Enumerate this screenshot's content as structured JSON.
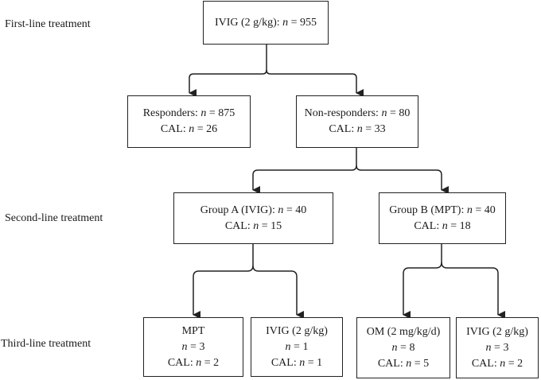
{
  "stages": {
    "first": "First-line treatment",
    "second": "Second-line treatment",
    "third": "Third-line treatment"
  },
  "nodes": {
    "root": {
      "line1": {
        "pre": "IVIG (2 g/kg): ",
        "var": "n",
        "post": " = 955"
      }
    },
    "responders": {
      "line1": {
        "pre": "Responders: ",
        "var": "n",
        "post": " = 875"
      },
      "line2": {
        "pre": "CAL: ",
        "var": "n",
        "post": " = 26"
      }
    },
    "non_responders": {
      "line1": {
        "pre": "Non-responders: ",
        "var": "n",
        "post": " = 80"
      },
      "line2": {
        "pre": "CAL: ",
        "var": "n",
        "post": " = 33"
      }
    },
    "group_a": {
      "line1": {
        "pre": "Group A (IVIG): ",
        "var": "n",
        "post": " = 40"
      },
      "line2": {
        "pre": "CAL: ",
        "var": "n",
        "post": " = 15"
      }
    },
    "group_b": {
      "line1": {
        "pre": "Group B (MPT): ",
        "var": "n",
        "post": " = 40"
      },
      "line2": {
        "pre": "CAL: ",
        "var": "n",
        "post": " = 18"
      }
    },
    "a_mpt": {
      "line1": {
        "pre": "MPT",
        "var": "",
        "post": ""
      },
      "line2": {
        "pre": "",
        "var": "n",
        "post": " = 3"
      },
      "line3": {
        "pre": "CAL: ",
        "var": "n",
        "post": " = 2"
      }
    },
    "a_ivig": {
      "line1": {
        "pre": "IVIG (2 g/kg)",
        "var": "",
        "post": ""
      },
      "line2": {
        "pre": "",
        "var": "n",
        "post": " = 1"
      },
      "line3": {
        "pre": "CAL: ",
        "var": "n",
        "post": " = 1"
      }
    },
    "b_om": {
      "line1": {
        "pre": "OM (2 mg/kg/d)",
        "var": "",
        "post": ""
      },
      "line2": {
        "pre": "",
        "var": "n",
        "post": " = 8"
      },
      "line3": {
        "pre": "CAL: ",
        "var": "n",
        "post": " = 5"
      }
    },
    "b_ivig": {
      "line1": {
        "pre": "IVIG (2 g/kg)",
        "var": "",
        "post": ""
      },
      "line2": {
        "pre": "",
        "var": "n",
        "post": " = 3"
      },
      "line3": {
        "pre": "CAL: ",
        "var": "n",
        "post": " = 2"
      }
    }
  },
  "colors": {
    "line": "#222222",
    "text": "#1a1a1a",
    "background": "#ffffff"
  }
}
